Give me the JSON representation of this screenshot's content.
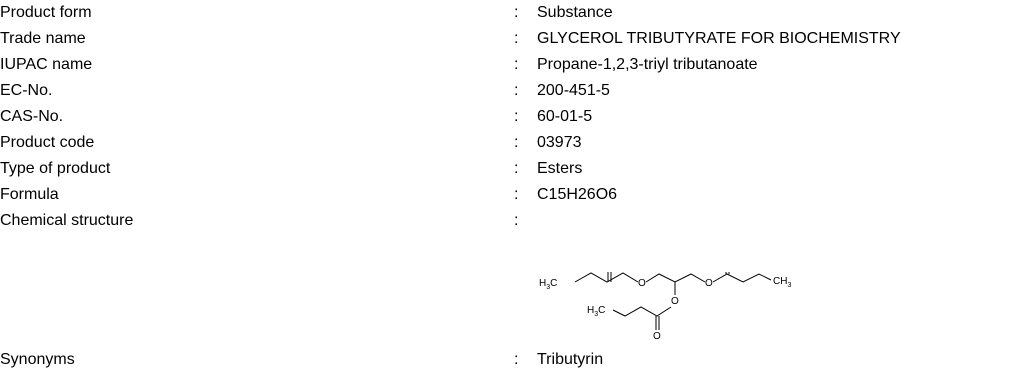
{
  "rows": [
    {
      "label": "Product form",
      "separator": ":",
      "value": "Substance"
    },
    {
      "label": "Trade name",
      "separator": ":",
      "value": "GLYCEROL TRIBUTYRATE FOR BIOCHEMISTRY"
    },
    {
      "label": "IUPAC name",
      "separator": ":",
      "value": "Propane-1,2,3-triyl tributanoate"
    },
    {
      "label": "EC-No.",
      "separator": ":",
      "value": "200-451-5"
    },
    {
      "label": "CAS-No.",
      "separator": ":",
      "value": "60-01-5"
    },
    {
      "label": "Product code",
      "separator": ":",
      "value": "03973"
    },
    {
      "label": "Type of product",
      "separator": ":",
      "value": "Esters"
    },
    {
      "label": "Formula",
      "separator": ":",
      "value": "C15H26O6"
    },
    {
      "label": "Chemical structure",
      "separator": ":",
      "value": ""
    },
    {
      "label": "Synonyms",
      "separator": ":",
      "value": "Tributyrin"
    }
  ],
  "structure": {
    "atom_o": "O",
    "h3c": "H",
    "ch3": "CH",
    "sub3": "3",
    "c": "C"
  }
}
